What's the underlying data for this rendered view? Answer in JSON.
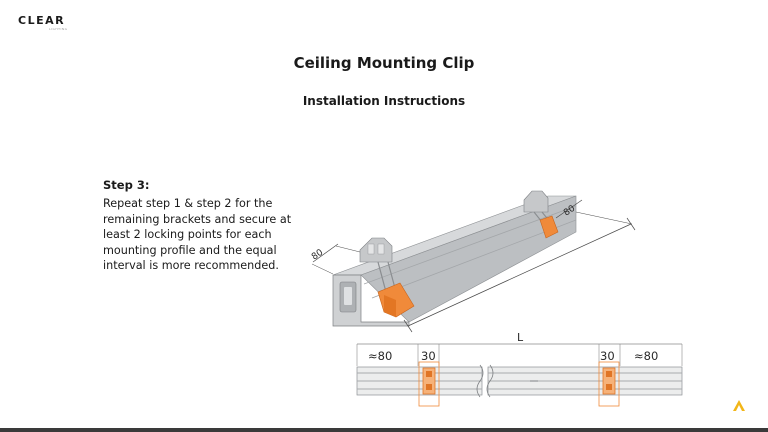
{
  "header": {
    "logo_text": "CLEAR",
    "logo_subtext": "LIGHTING"
  },
  "page": {
    "title": "Ceiling Mounting Clip",
    "subtitle": "Installation Instructions"
  },
  "step": {
    "heading": "Step 3:",
    "body": "Repeat step 1 & step 2 for the remaining brackets and secure at least 2 locking points for each mounting profile and the equal interval is more recommended."
  },
  "diagram": {
    "dim_end_left": "80",
    "dim_end_right": "80",
    "dim_length": "L",
    "bottom_left_offset": "≈80",
    "bottom_left_clip": "30",
    "bottom_right_clip": "30",
    "bottom_right_offset": "≈80"
  },
  "colors": {
    "clip_orange": "#f08a3a",
    "profile_grey": "#b9bcbf",
    "brand_yellow": "#f2b619"
  },
  "icons": {
    "brand_mark": "chevron-up-icon"
  }
}
